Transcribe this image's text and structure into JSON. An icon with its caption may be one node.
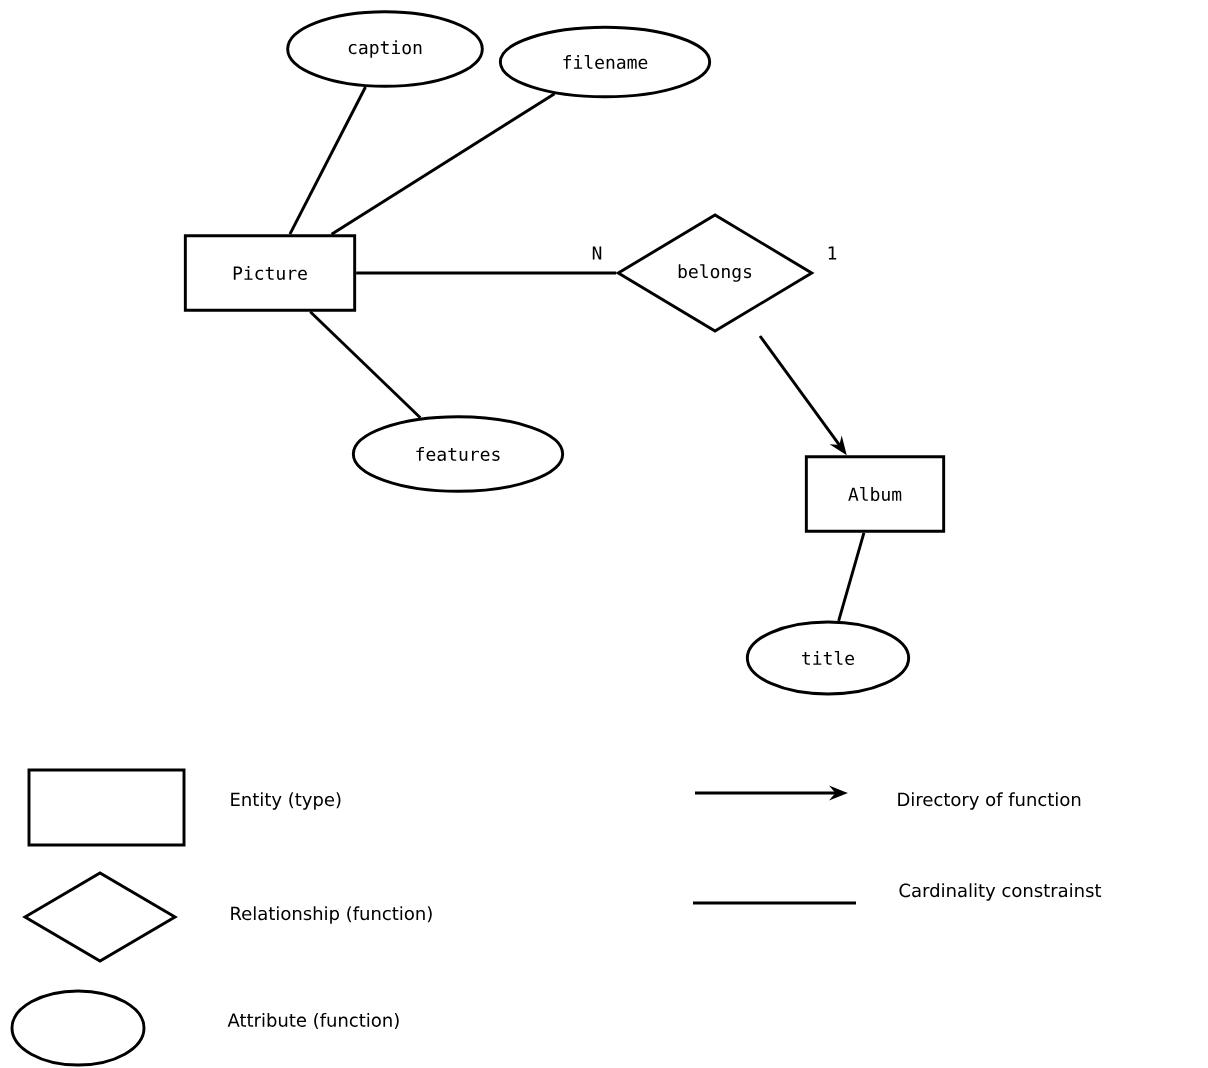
{
  "diagram": {
    "nodes": [
      {
        "text": [
          "caption"
        ]
      },
      {
        "text": [
          "filename"
        ]
      },
      {
        "text": [
          "Picture"
        ]
      },
      {
        "text": [
          "belongs"
        ]
      },
      {
        "text": [
          "features"
        ]
      },
      {
        "text": [
          "Album"
        ]
      },
      {
        "text": [
          "title"
        ]
      }
    ],
    "edges": [
      {
        "from": 0,
        "to": 2,
        "arrow": "none"
      },
      {
        "from": 1,
        "to": 2,
        "arrow": "none"
      },
      {
        "from": 2,
        "to": 3,
        "arrow": "none",
        "label": "N"
      },
      {
        "from": 2,
        "to": 4,
        "arrow": "none"
      },
      {
        "from": 3,
        "to": 5,
        "arrow": "to"
      },
      {
        "from": 5,
        "to": 6,
        "arrow": "none"
      }
    ],
    "labels": [
      "1"
    ],
    "legend": [
      {
        "text": "Entity (type)"
      },
      {
        "text": "Relationship (function)"
      },
      {
        "text": "Attribute (function)"
      },
      {
        "text": "Directory of function"
      },
      {
        "text": "Cardinality constrainst"
      }
    ]
  }
}
